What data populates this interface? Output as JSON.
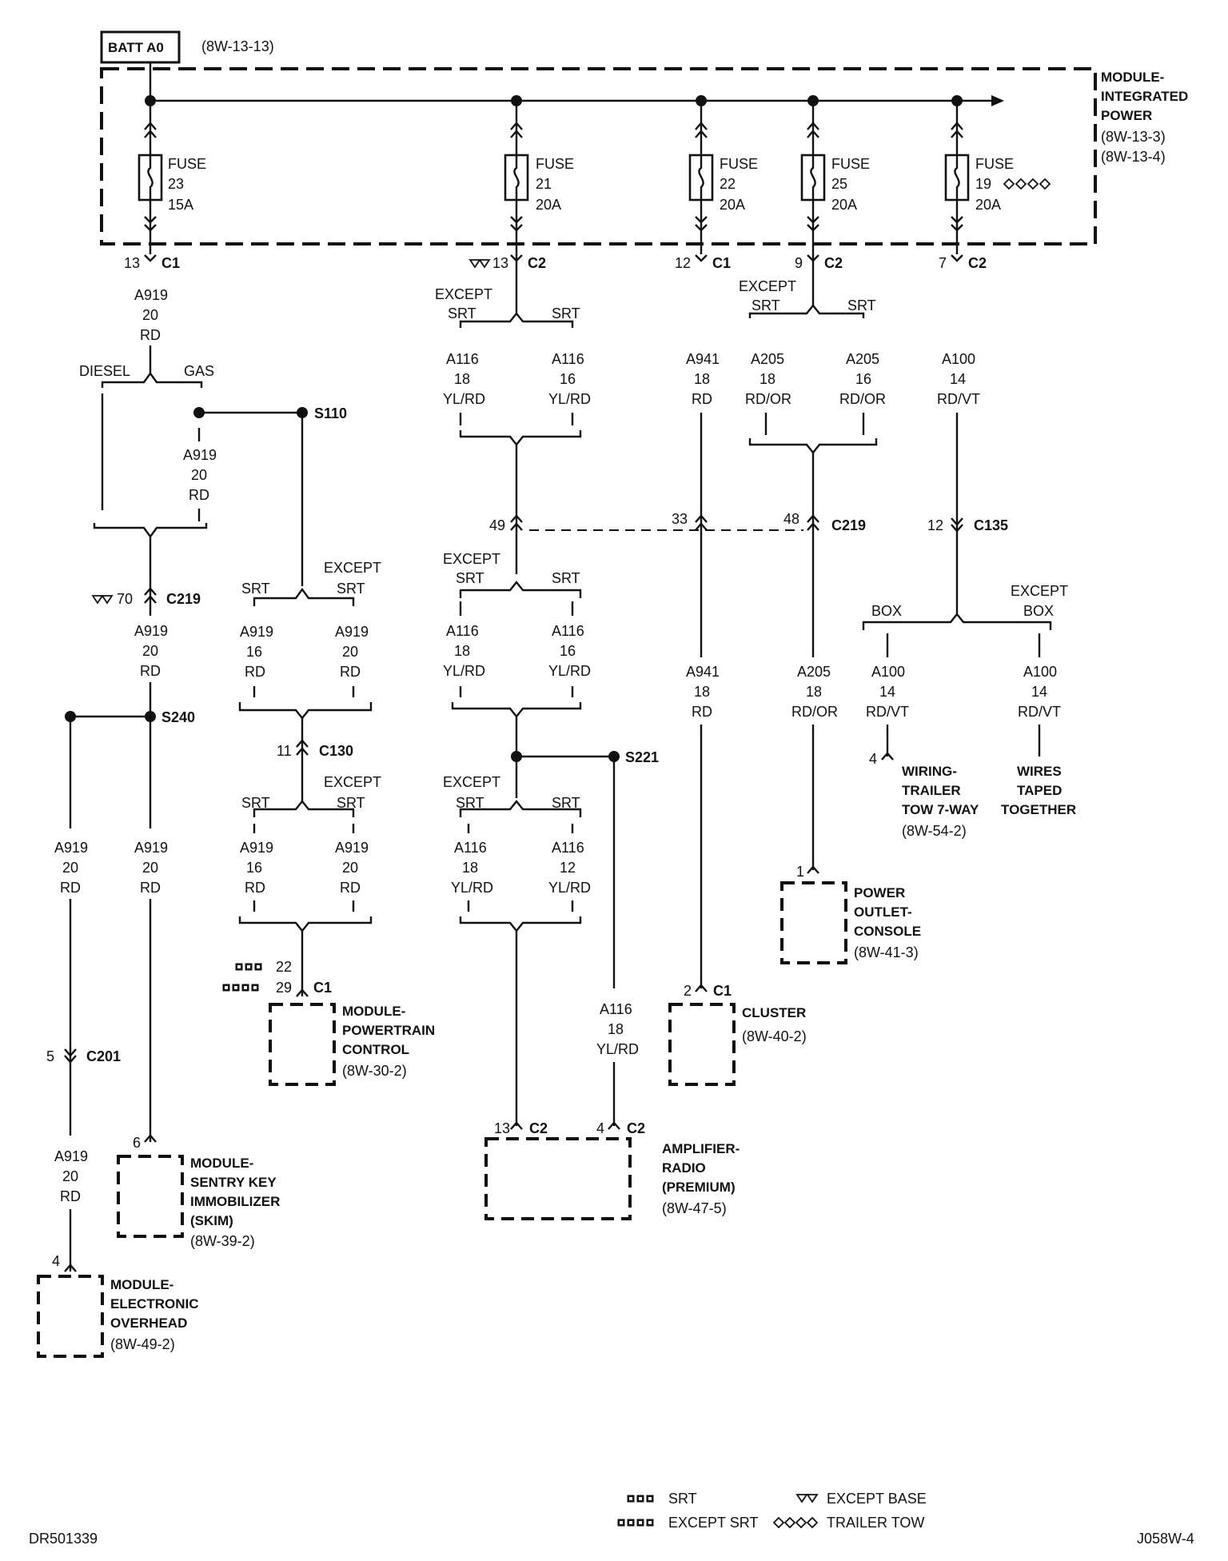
{
  "batt": {
    "label": "BATT A0",
    "ref": "(8W-13-13)"
  },
  "ipm": {
    "l1": "MODULE-",
    "l2": "INTEGRATED",
    "l3": "POWER",
    "r1": "(8W-13-3)",
    "r2": "(8W-13-4)"
  },
  "fuses": [
    {
      "w": "FUSE",
      "n": "23",
      "a": "15A"
    },
    {
      "w": "FUSE",
      "n": "21",
      "a": "20A"
    },
    {
      "w": "FUSE",
      "n": "22",
      "a": "20A"
    },
    {
      "w": "FUSE",
      "n": "25",
      "a": "20A"
    },
    {
      "w": "FUSE",
      "n": "19",
      "a": "20A"
    }
  ],
  "t": {
    "c1": "C1",
    "c2": "C2",
    "c219": "C219",
    "c135": "C135",
    "c130": "C130",
    "c201": "C201",
    "s110": "S110",
    "s240": "S240",
    "s221": "S221",
    "diesel": "DIESEL",
    "gas": "GAS",
    "srt": "SRT",
    "except": "EXCEPT",
    "box": "BOX",
    "exbox1": "EXCEPT",
    "exbox2": "BOX"
  },
  "pins": {
    "p13a": "13",
    "p13b": "13",
    "p12": "12",
    "p9": "9",
    "p7": "7",
    "p49": "49",
    "p33": "33",
    "p48": "48",
    "p12b": "12",
    "p70": "70",
    "p11": "11",
    "p22": "22",
    "p29": "29",
    "p5": "5",
    "p6": "6",
    "p4a": "4",
    "p4b": "4",
    "p1": "1",
    "p2": "2",
    "p13c": "13",
    "p4c": "4"
  },
  "wires": {
    "a919": "A919",
    "a116": "A116",
    "a941": "A941",
    "a205": "A205",
    "a100": "A100",
    "g20": "20",
    "g18": "18",
    "g16": "16",
    "g14": "14",
    "g12": "12",
    "rd": "RD",
    "ylrd": "YL/RD",
    "rdor": "RD/OR",
    "rdvt": "RD/VT"
  },
  "modules": {
    "pcm": [
      "MODULE-",
      "POWERTRAIN",
      "CONTROL"
    ],
    "pcm_ref": "(8W-30-2)",
    "skim": [
      "MODULE-",
      "SENTRY KEY",
      "IMMOBILIZER",
      "(SKIM)"
    ],
    "skim_ref": "(8W-39-2)",
    "emo": [
      "MODULE-",
      "ELECTRONIC",
      "OVERHEAD"
    ],
    "emo_ref": "(8W-49-2)",
    "amp": [
      "AMPLIFIER-",
      "RADIO",
      "(PREMIUM)"
    ],
    "amp_ref": "(8W-47-5)",
    "cluster": "CLUSTER",
    "cluster_ref": "(8W-40-2)",
    "power": [
      "POWER",
      "OUTLET-",
      "CONSOLE"
    ],
    "power_ref": "(8W-41-3)",
    "trailer": [
      "WIRING-",
      "TRAILER",
      "TOW 7-WAY"
    ],
    "trailer_ref": "(8W-54-2)",
    "taped": [
      "WIRES",
      "TAPED",
      "TOGETHER"
    ]
  },
  "legend": {
    "srt": "SRT",
    "except_srt": "EXCEPT SRT",
    "except_base": "EXCEPT BASE",
    "trailer_tow": "TRAILER TOW"
  },
  "footer": {
    "left": "DR501339",
    "right": "J058W-4"
  }
}
